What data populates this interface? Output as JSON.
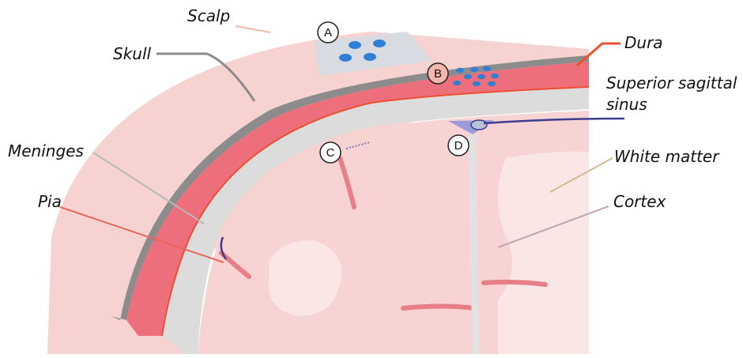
{
  "labels": {
    "scalp": "Scalp",
    "skull": "Skull",
    "meninges": "Meninges",
    "pia": "Pia",
    "dura": "Dura",
    "sss_line1": "Superior sagittal",
    "sss_line2": "sinus",
    "white_matter": "White matter",
    "cortex": "Cortex"
  },
  "markers": {
    "a": "A",
    "b": "B",
    "c": "C",
    "d": "D"
  },
  "colors": {
    "scalp": "#f6d3d1",
    "skull": "#8c8c8c",
    "dura": "#ec6f7b",
    "meninges": "#dcdcdc",
    "brain": "#f7d3d3",
    "sulcus": "#e97f86",
    "dura_leader": "#ee4f2f",
    "pia_leader": "#e8675a",
    "dots": "#2f7fd3",
    "sinus": "#3d3c8f"
  }
}
